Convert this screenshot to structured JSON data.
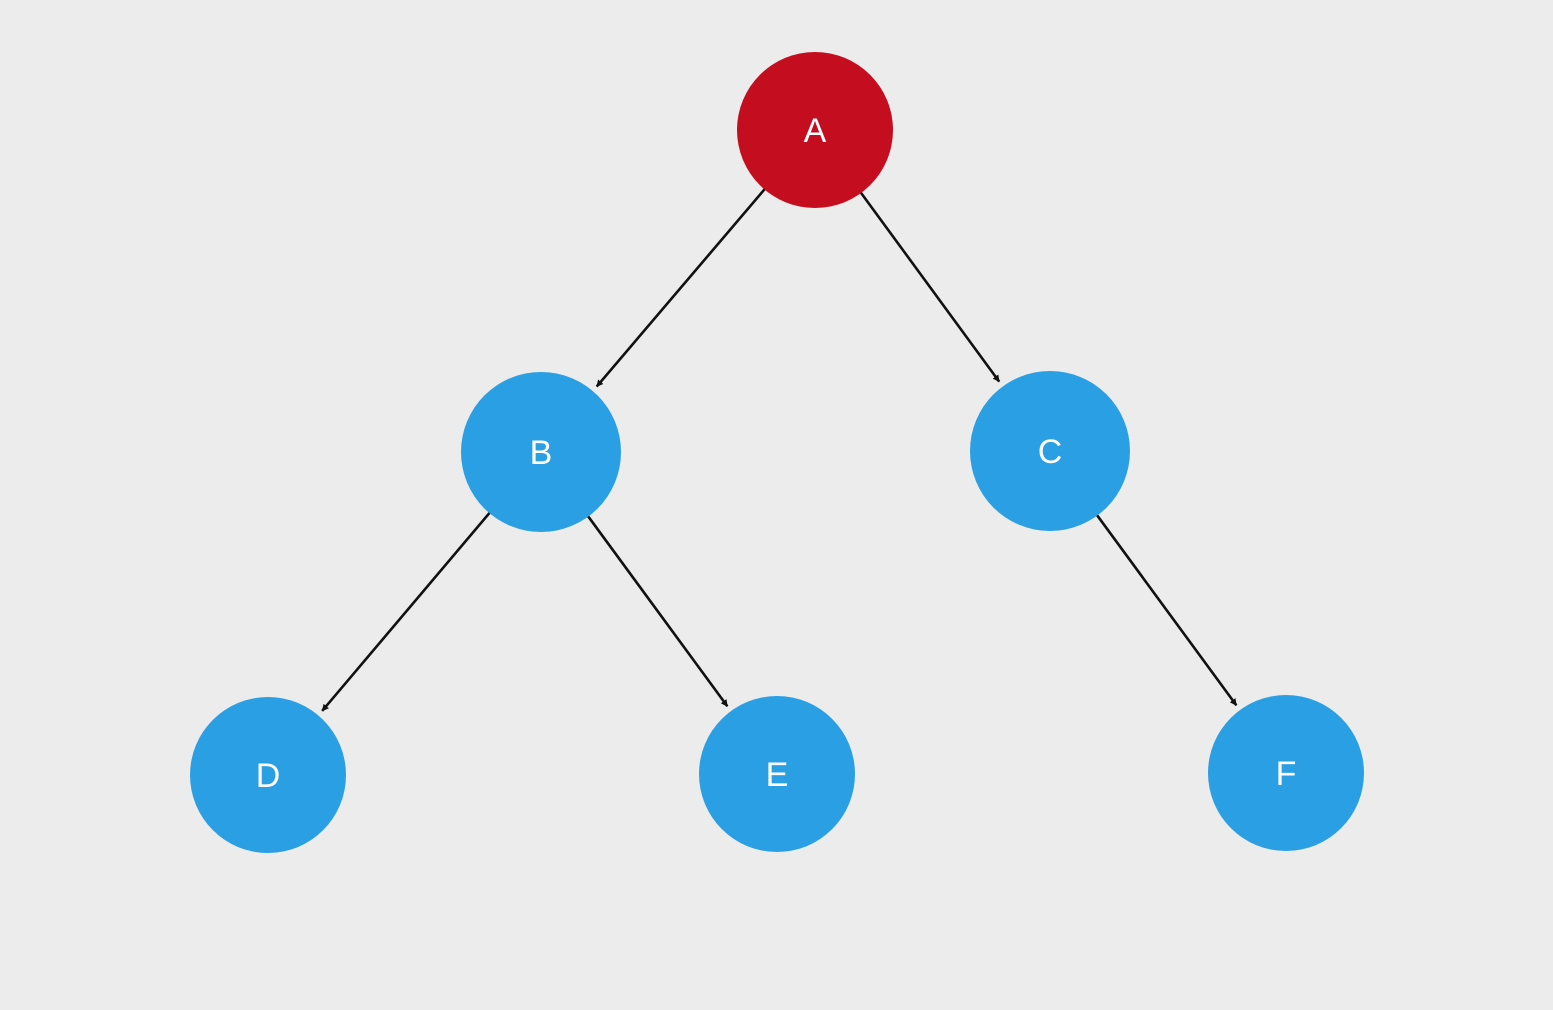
{
  "diagram": {
    "type": "binary-tree",
    "colors": {
      "background": "#ececec",
      "root_fill": "#c40e1f",
      "node_fill": "#2b9fe4",
      "label": "#ffffff",
      "edge": "#111111"
    },
    "nodes": [
      {
        "id": "A",
        "label": "A",
        "role": "root"
      },
      {
        "id": "B",
        "label": "B",
        "role": "child"
      },
      {
        "id": "C",
        "label": "C",
        "role": "child"
      },
      {
        "id": "D",
        "label": "D",
        "role": "leaf"
      },
      {
        "id": "E",
        "label": "E",
        "role": "leaf"
      },
      {
        "id": "F",
        "label": "F",
        "role": "leaf"
      }
    ],
    "edges": [
      {
        "from": "A",
        "to": "B"
      },
      {
        "from": "A",
        "to": "C"
      },
      {
        "from": "B",
        "to": "D"
      },
      {
        "from": "B",
        "to": "E"
      },
      {
        "from": "C",
        "to": "F"
      }
    ]
  }
}
